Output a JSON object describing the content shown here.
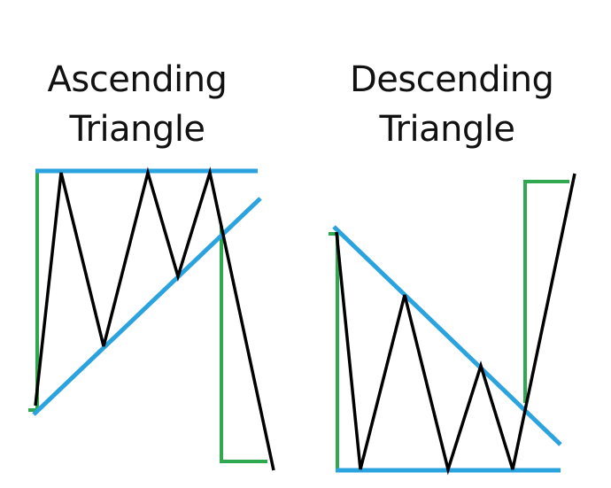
{
  "diagrams": [
    {
      "title_line1": "Ascending",
      "title_line2": "Triangle"
    },
    {
      "title_line1": "Descending",
      "title_line2": "Triangle"
    }
  ],
  "colors": {
    "trendline": "#2aa3df",
    "measure": "#2fa84f",
    "price": "#000000"
  }
}
